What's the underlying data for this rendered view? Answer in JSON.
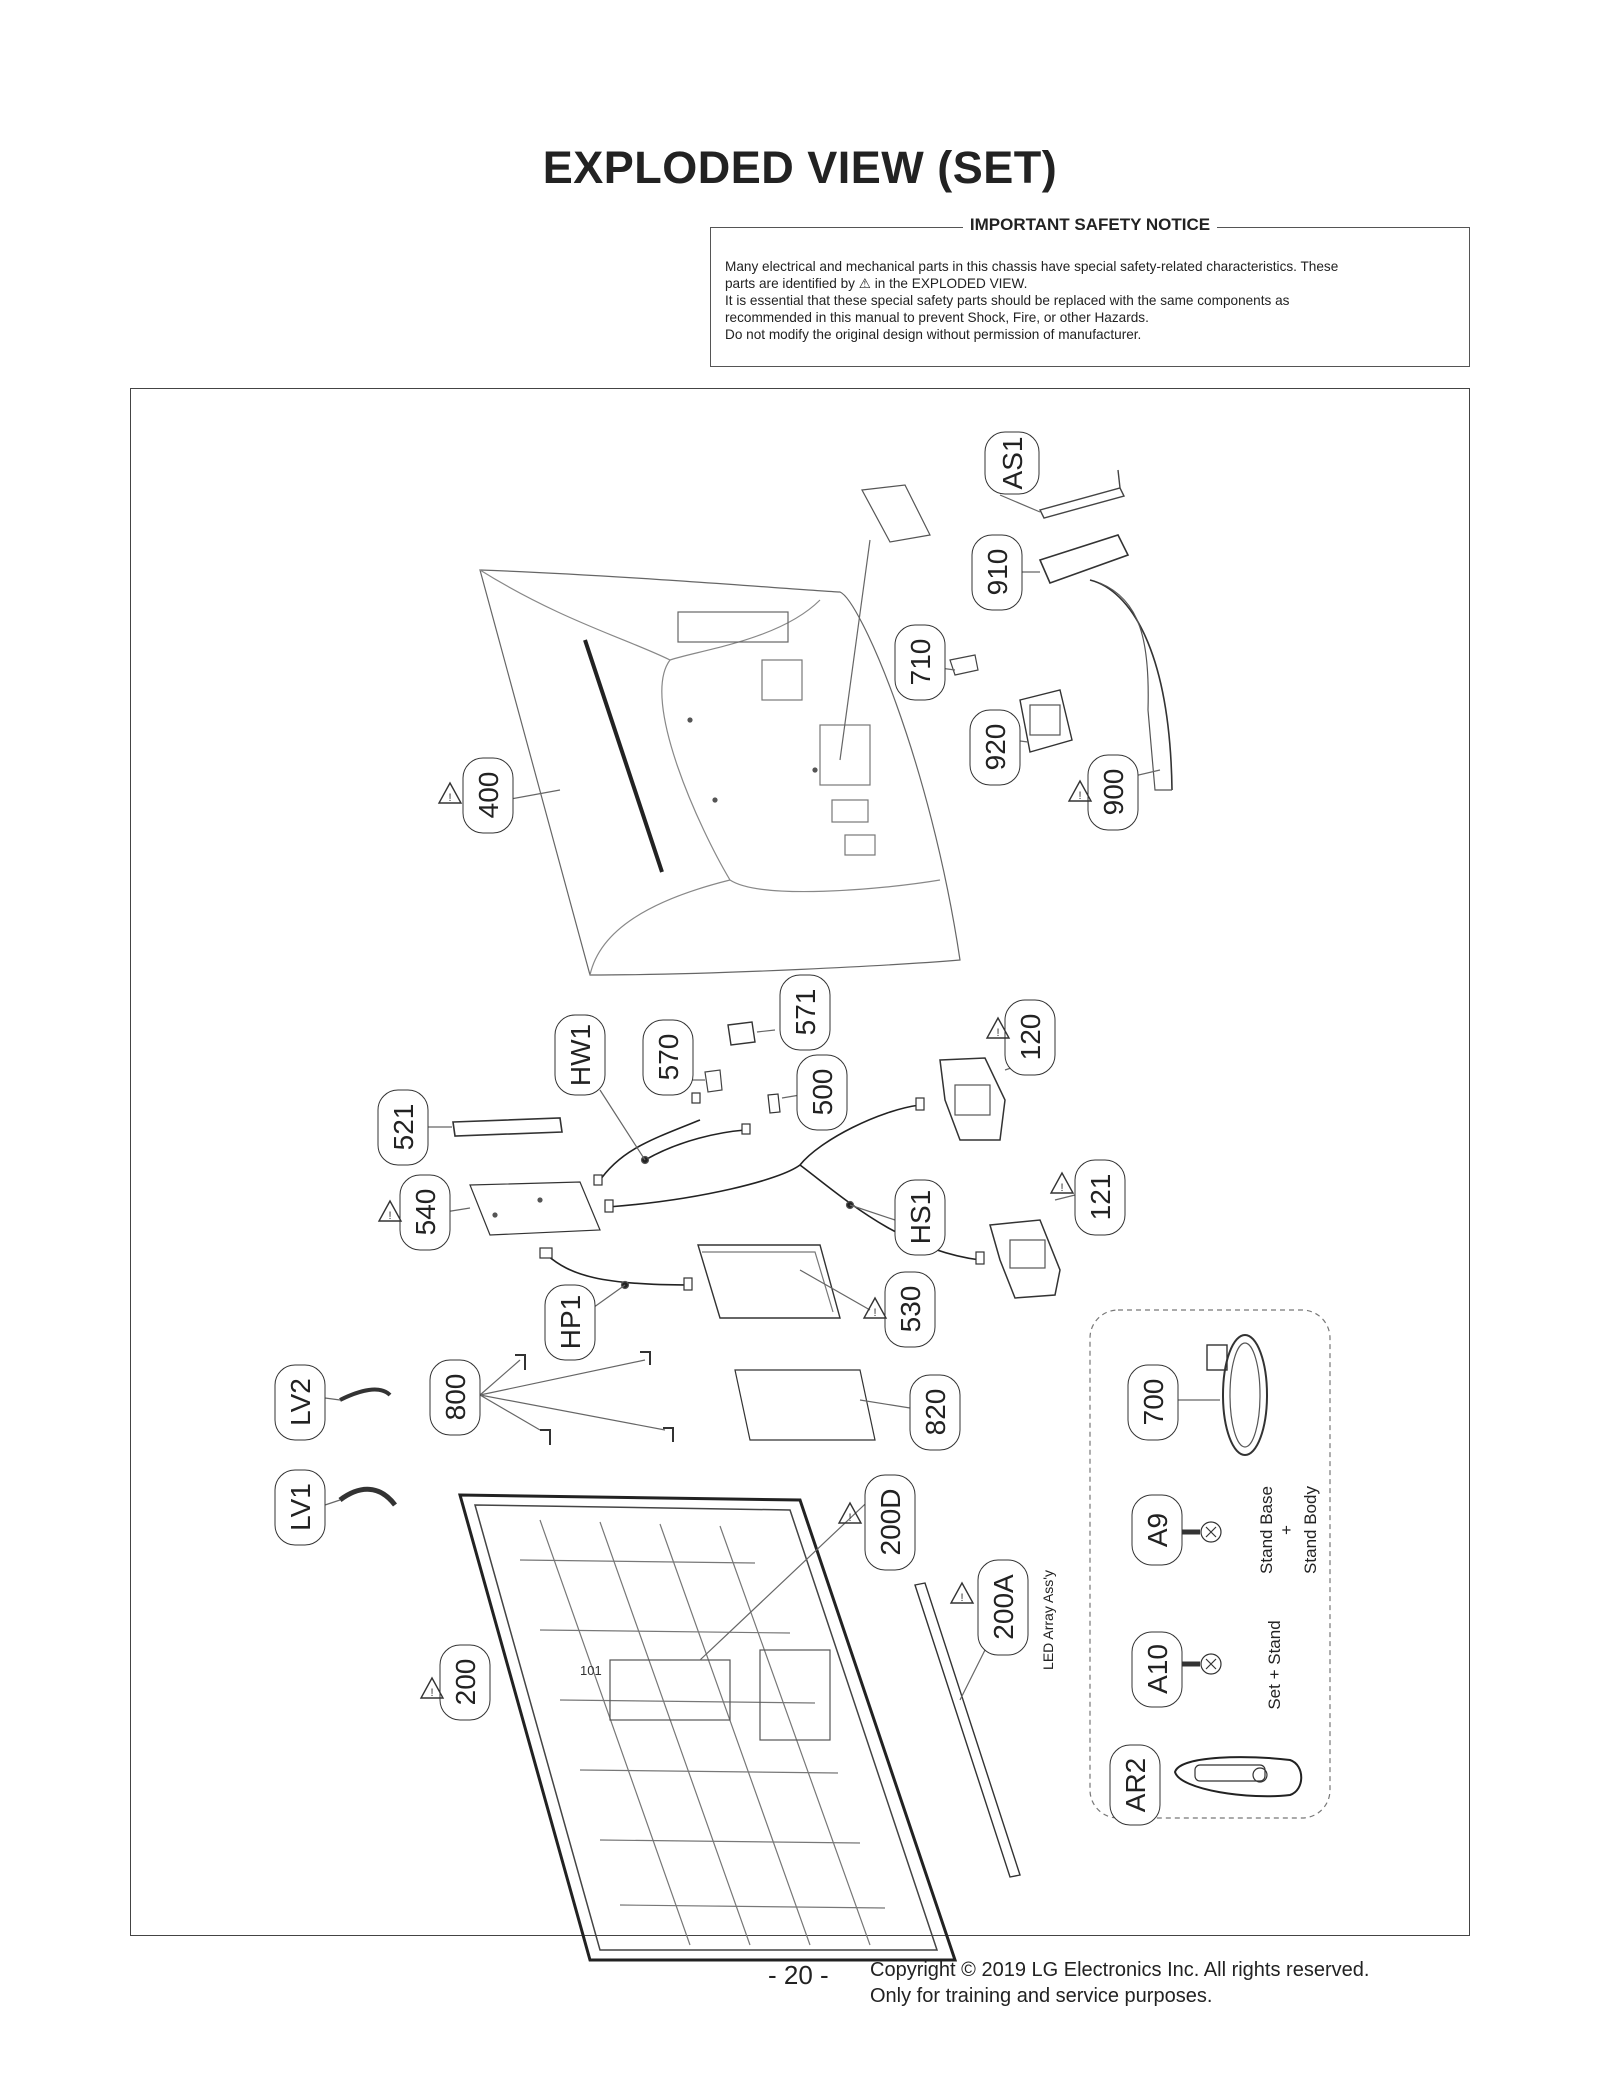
{
  "page": {
    "title": "EXPLODED VIEW (SET)",
    "page_number": "- 20 -",
    "copyright_line1": "Copyright © 2019 LG Electronics Inc. All rights reserved.",
    "copyright_line2": "Only for training and service purposes."
  },
  "notice": {
    "heading": "IMPORTANT SAFETY NOTICE",
    "line1": "Many electrical and mechanical parts in this chassis have special safety-related characteristics. These",
    "line2_pre": "parts are identified by",
    "line2_post": "in the EXPLODED VIEW.",
    "line3": "It is essential that these special safety parts should be replaced with the same components as",
    "line4": "recommended in this manual to prevent Shock, Fire, or other Hazards.",
    "line5": "Do not modify the original design without permission of manufacturer."
  },
  "labels": {
    "AS1": "AS1",
    "p910": "910",
    "p710": "710",
    "p920": "920",
    "p900": "900",
    "p400": "400",
    "HW1": "HW1",
    "p570": "570",
    "p571": "571",
    "p500": "500",
    "p120": "120",
    "p521": "521",
    "p540": "540",
    "HS1": "HS1",
    "p121": "121",
    "p530": "530",
    "HP1": "HP1",
    "LV2": "LV2",
    "p800": "800",
    "p820": "820",
    "LV1": "LV1",
    "p200D": "200D",
    "p200A": "200A",
    "p200": "200",
    "p700": "700",
    "A9": "A9",
    "A10": "A10",
    "AR2": "AR2"
  },
  "annotations": {
    "led_array": "LED Array Ass'y",
    "stand_base": "Stand Base",
    "plus": "+",
    "stand_body": "Stand Body",
    "set_stand": "Set + Stand",
    "panel_mark": "101"
  }
}
